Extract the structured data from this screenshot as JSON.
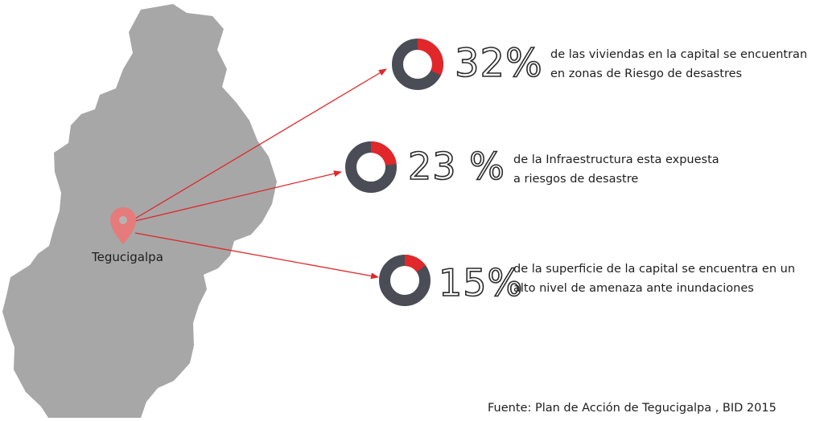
{
  "map": {
    "city_label": "Tegucigalpa",
    "region_fill": "#a7a7a7",
    "pin_color": "#e57b7b"
  },
  "colors": {
    "accent": "#e1272a",
    "ring_base": "#4a4d55",
    "arrow": "#e1272a"
  },
  "chart_data": {
    "type": "pie",
    "items": [
      {
        "percent_label": "32%",
        "value": 32,
        "line1": "de las viviendas en la capital se encuentran",
        "line2": "en zonas de Riesgo  de desastres"
      },
      {
        "percent_label": "23 %",
        "value": 23,
        "line1": "de la Infraestructura esta expuesta",
        "line2": "a riesgos de desastre"
      },
      {
        "percent_label": "15%",
        "value": 15,
        "line1": "de la superficie de la capital se encuentra en un",
        "line2": "alto nivel de amenaza ante inundaciones"
      }
    ]
  },
  "footer": {
    "source": "Fuente: Plan de Acción de Tegucigalpa , BID 2015"
  }
}
